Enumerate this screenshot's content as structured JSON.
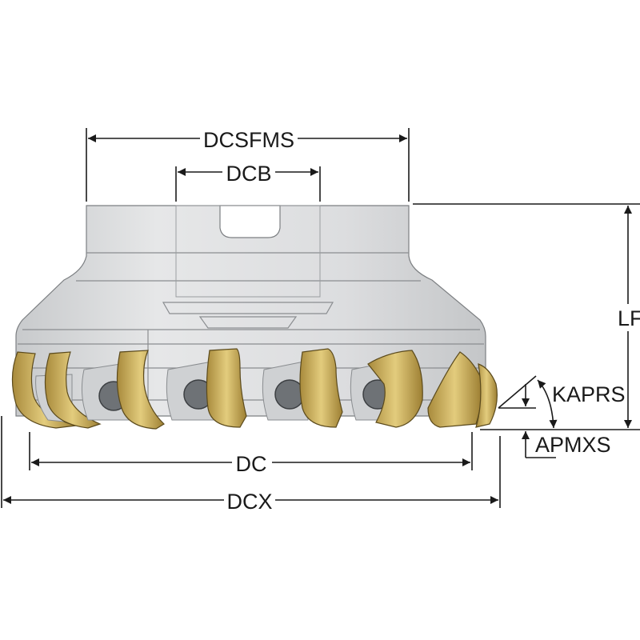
{
  "dimensions": {
    "dcsfms": "DCSFMS",
    "dcb": "DCB",
    "lf": "LF",
    "kaprs": "KAPRS",
    "apmxs": "APMXS",
    "dc": "DC",
    "dcx": "DCX"
  },
  "colors": {
    "body": "#d9dadb",
    "insert": "#c9a955",
    "dimension_lines": "#1a1a1a"
  }
}
